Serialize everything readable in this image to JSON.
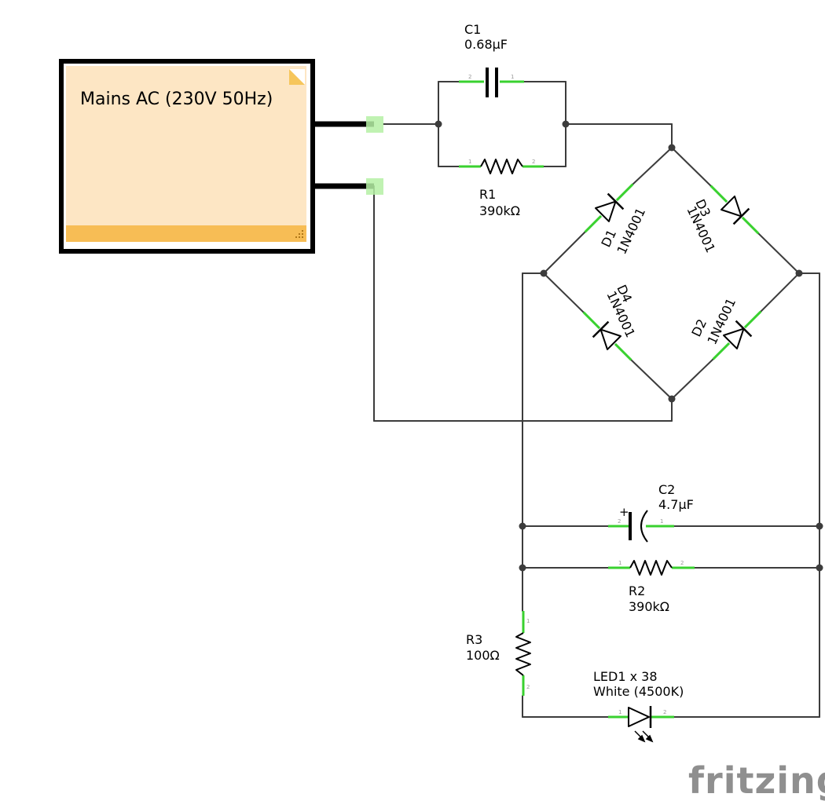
{
  "note": {
    "text": "Mains AC (230V 50Hz)"
  },
  "components": {
    "c1": {
      "ref": "C1",
      "value": "0.68µF"
    },
    "r1": {
      "ref": "R1",
      "value": "390kΩ"
    },
    "d1": {
      "ref": "D1",
      "value": "1N4001"
    },
    "d2": {
      "ref": "D2",
      "value": "1N4001"
    },
    "d3": {
      "ref": "D3",
      "value": "1N4001"
    },
    "d4": {
      "ref": "D4",
      "value": "1N4001"
    },
    "c2": {
      "ref": "C2",
      "value": "4.7µF",
      "polarity": "+"
    },
    "r2": {
      "ref": "R2",
      "value": "390kΩ"
    },
    "r3": {
      "ref": "R3",
      "value": "100Ω"
    },
    "led1": {
      "ref": "LED1 x 38",
      "value": "White (4500K)"
    }
  },
  "pins": {
    "one": "1",
    "two": "2"
  },
  "watermark": {
    "text": "fritzing"
  },
  "colors": {
    "wire": "#3c3c3c",
    "pin": "#39d12f",
    "note_fill": "#fde6c4",
    "note_band": "#f7bd55",
    "note_fold": "#f6c65c",
    "connector": "#b5f0a5",
    "watermark": "#8f8f8f"
  }
}
